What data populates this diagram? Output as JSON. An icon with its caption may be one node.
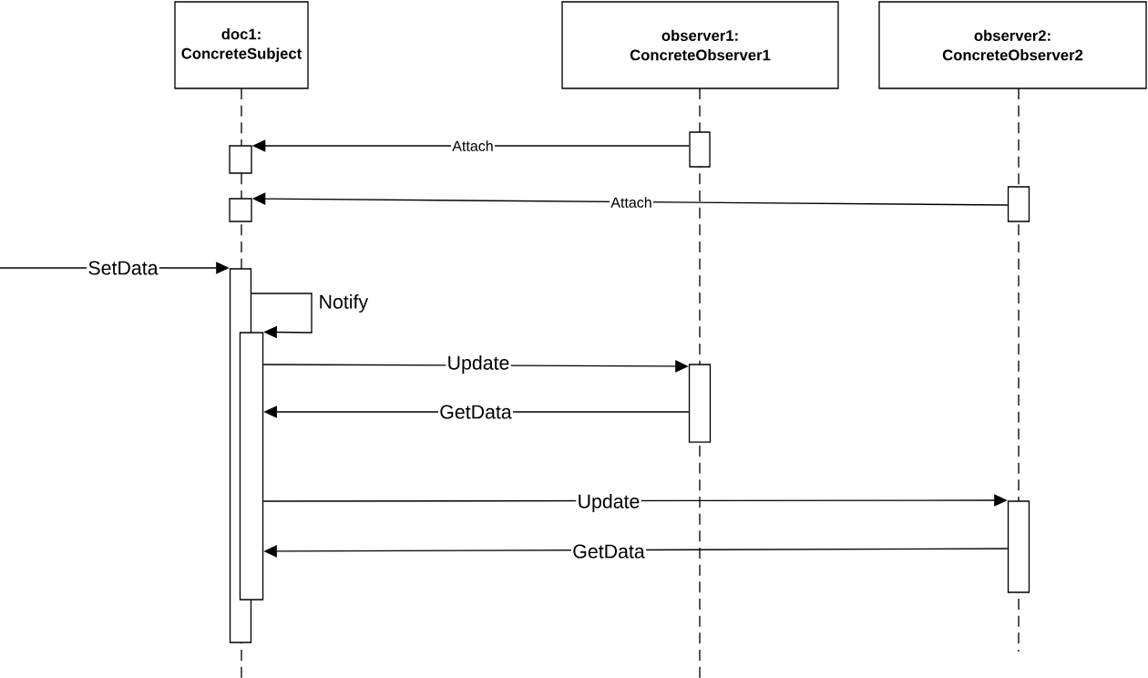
{
  "diagram": {
    "nodes": [
      {
        "text": [
          "doc1: ConcreteSubject"
        ]
      },
      {
        "text": [
          "observer1: ConcreteObserver1"
        ]
      },
      {
        "text": [
          "observer2: ConcreteObserver2"
        ]
      },
      {
        "text": [],
        "shape": "bar"
      },
      {
        "text": [],
        "shape": "bar"
      },
      {
        "text": [],
        "shape": "bar"
      },
      {
        "text": [],
        "shape": "bar"
      },
      {
        "text": [],
        "shape": "bar"
      },
      {
        "text": [],
        "shape": "bar"
      },
      {
        "text": [],
        "shape": "bar"
      },
      {
        "text": [],
        "shape": "bar"
      }
    ],
    "edges": [
      {
        "from": 4,
        "to": 3,
        "arrow": "to",
        "label": "Attach"
      },
      {
        "from": 6,
        "to": 5,
        "arrow": "to",
        "label": "Attach"
      },
      {
        "from": null,
        "to": 7,
        "arrow": "to",
        "label": "SetData"
      },
      {
        "from": 7,
        "to": 8,
        "arrow": "to",
        "label": "Notify"
      },
      {
        "from": 8,
        "to": 9,
        "arrow": "to",
        "label": "Update"
      },
      {
        "from": 9,
        "to": 8,
        "arrow": "to",
        "label": "GetData"
      },
      {
        "from": 8,
        "to": 10,
        "arrow": "to",
        "label": "Update"
      },
      {
        "from": 10,
        "to": 8,
        "arrow": "to",
        "label": "GetData"
      }
    ]
  }
}
